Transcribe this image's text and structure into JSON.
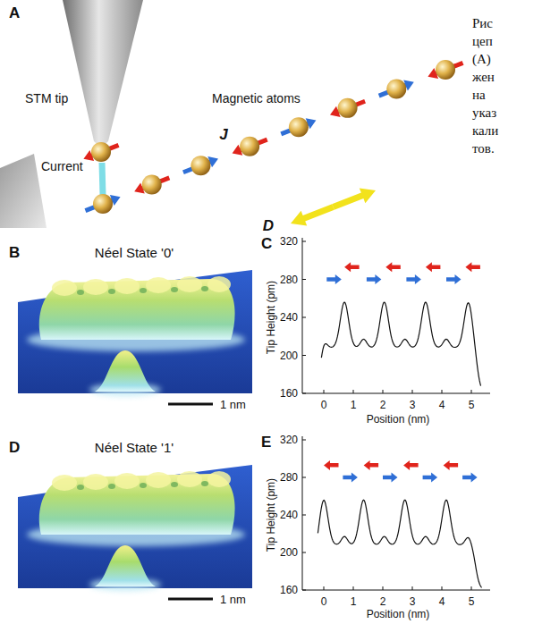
{
  "diagram": {
    "labels": [
      "Рис",
      "цеп",
      "(А)",
      "жен",
      "на",
      "указ",
      "кали",
      "тов.",
      "A",
      "STM tip",
      "Magnetic atoms",
      "Current",
      "J",
      "D",
      "B",
      "Néel State '0'",
      "1 nm",
      "C",
      "320",
      "280",
      "240",
      "200",
      "160",
      "Tip Height (pm)",
      "0",
      "1",
      "2",
      "3",
      "4",
      "5",
      "Position (nm)",
      "D",
      "Néel State '1'",
      "1 nm",
      "E",
      "320",
      "280",
      "240",
      "200",
      "160",
      "Tip Height (pm)",
      "0",
      "1",
      "2",
      "3",
      "4",
      "5",
      "Position (nm)"
    ]
  }
}
